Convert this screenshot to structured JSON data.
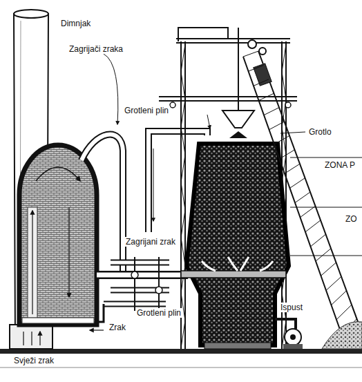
{
  "diagram": {
    "labels": [
      "Dimnjak",
      "Zagrijači zraka",
      "Grotleni plin",
      "Grotlo",
      "ZONA P",
      "ZO",
      "Zagrijani zrak",
      "Grotleni plin",
      "Zrak",
      "Ispust",
      "Svježi zrak"
    ]
  }
}
